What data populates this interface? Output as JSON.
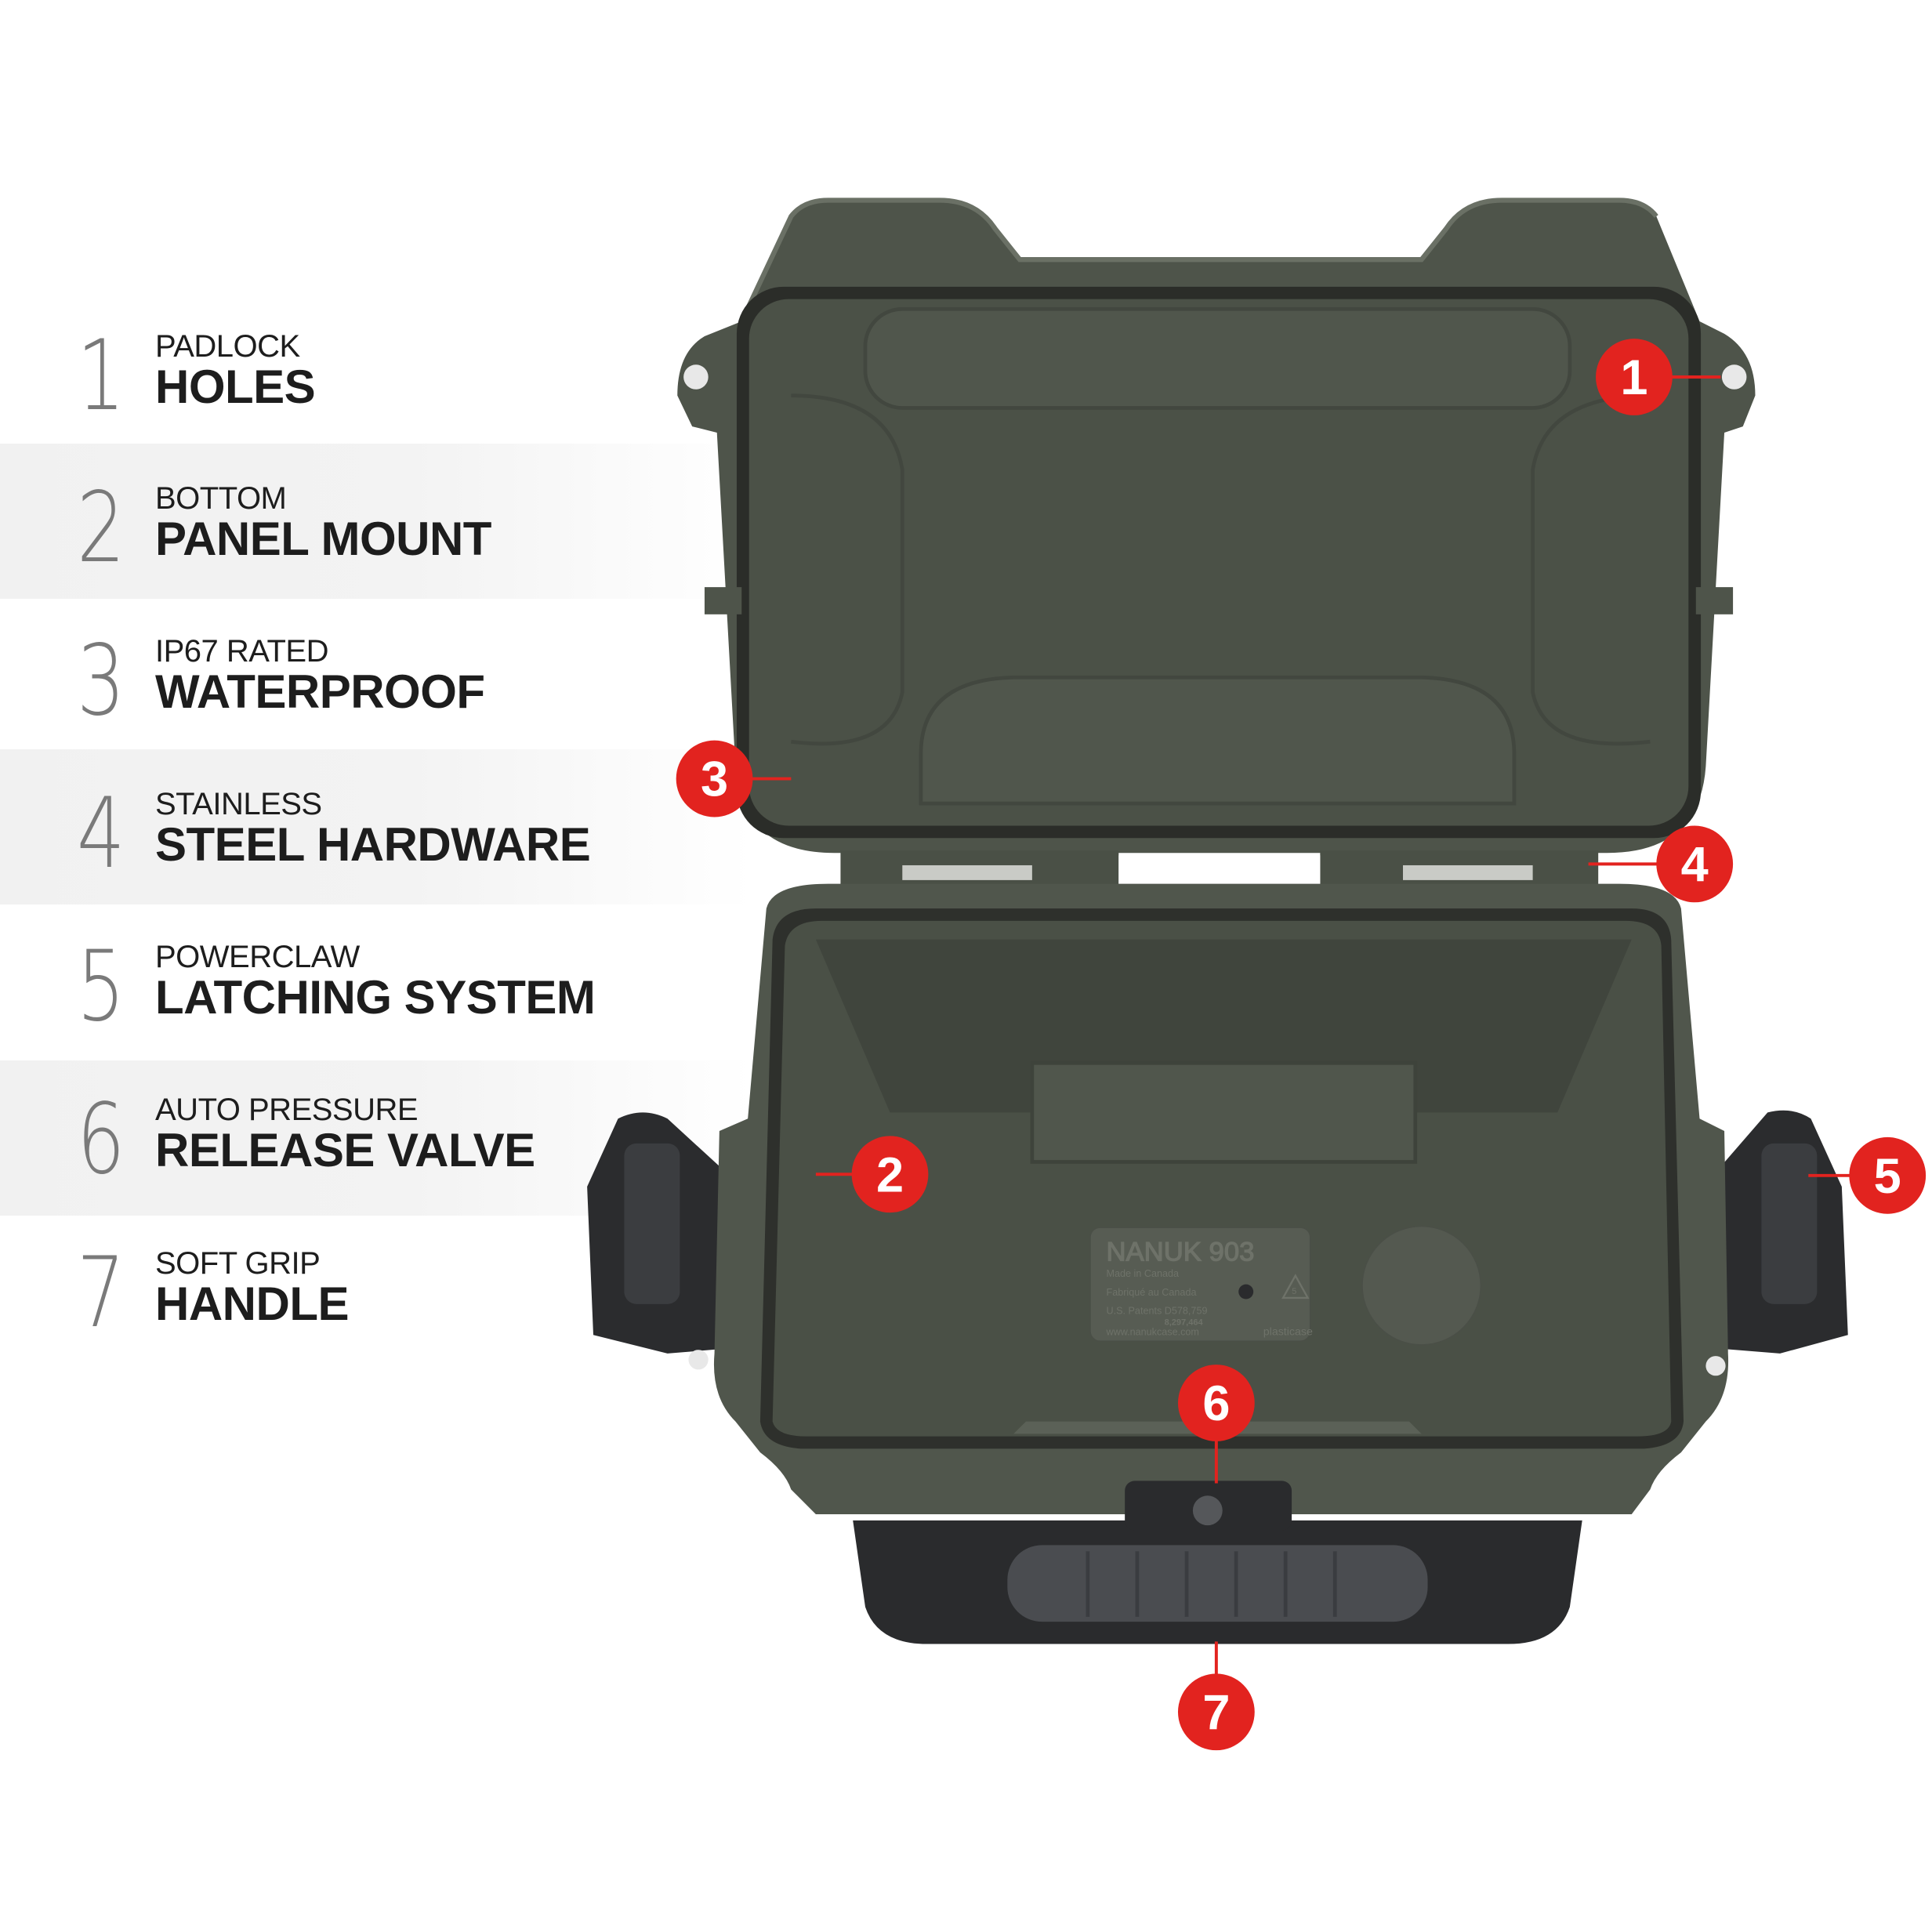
{
  "features": [
    {
      "number": "1",
      "line1": "PADLOCK",
      "line2": "HOLES"
    },
    {
      "number": "2",
      "line1": "BOTTOM",
      "line2": "PANEL MOUNT"
    },
    {
      "number": "3",
      "line1": "IP67 RATED",
      "line2": "WATERPROOF"
    },
    {
      "number": "4",
      "line1": "STAINLESS",
      "line2": "STEEL HARDWARE"
    },
    {
      "number": "5",
      "line1": "POWERCLAW",
      "line2": "LATCHING SYSTEM"
    },
    {
      "number": "6",
      "line1": "AUTO PRESSURE",
      "line2": "RELEASE VALVE"
    },
    {
      "number": "7",
      "line1": "SOFT GRIP",
      "line2": "HANDLE"
    }
  ],
  "callouts": [
    "1",
    "2",
    "3",
    "4",
    "5",
    "6",
    "7"
  ],
  "case_plate": {
    "brand": "NANUK 903",
    "line1": "Made in Canada",
    "line2": "Fabriqué au Canada",
    "line3": "U.S. Patents D578,759",
    "line4": "8,297,464",
    "url": "www.nanukcase.com",
    "maker": "plasticase",
    "recycle": "5"
  },
  "colors": {
    "callout_red": "#e2231f",
    "case_olive": "#50564c",
    "text_dark": "#1d1d1d",
    "number_grey": "#7a7a7a"
  }
}
